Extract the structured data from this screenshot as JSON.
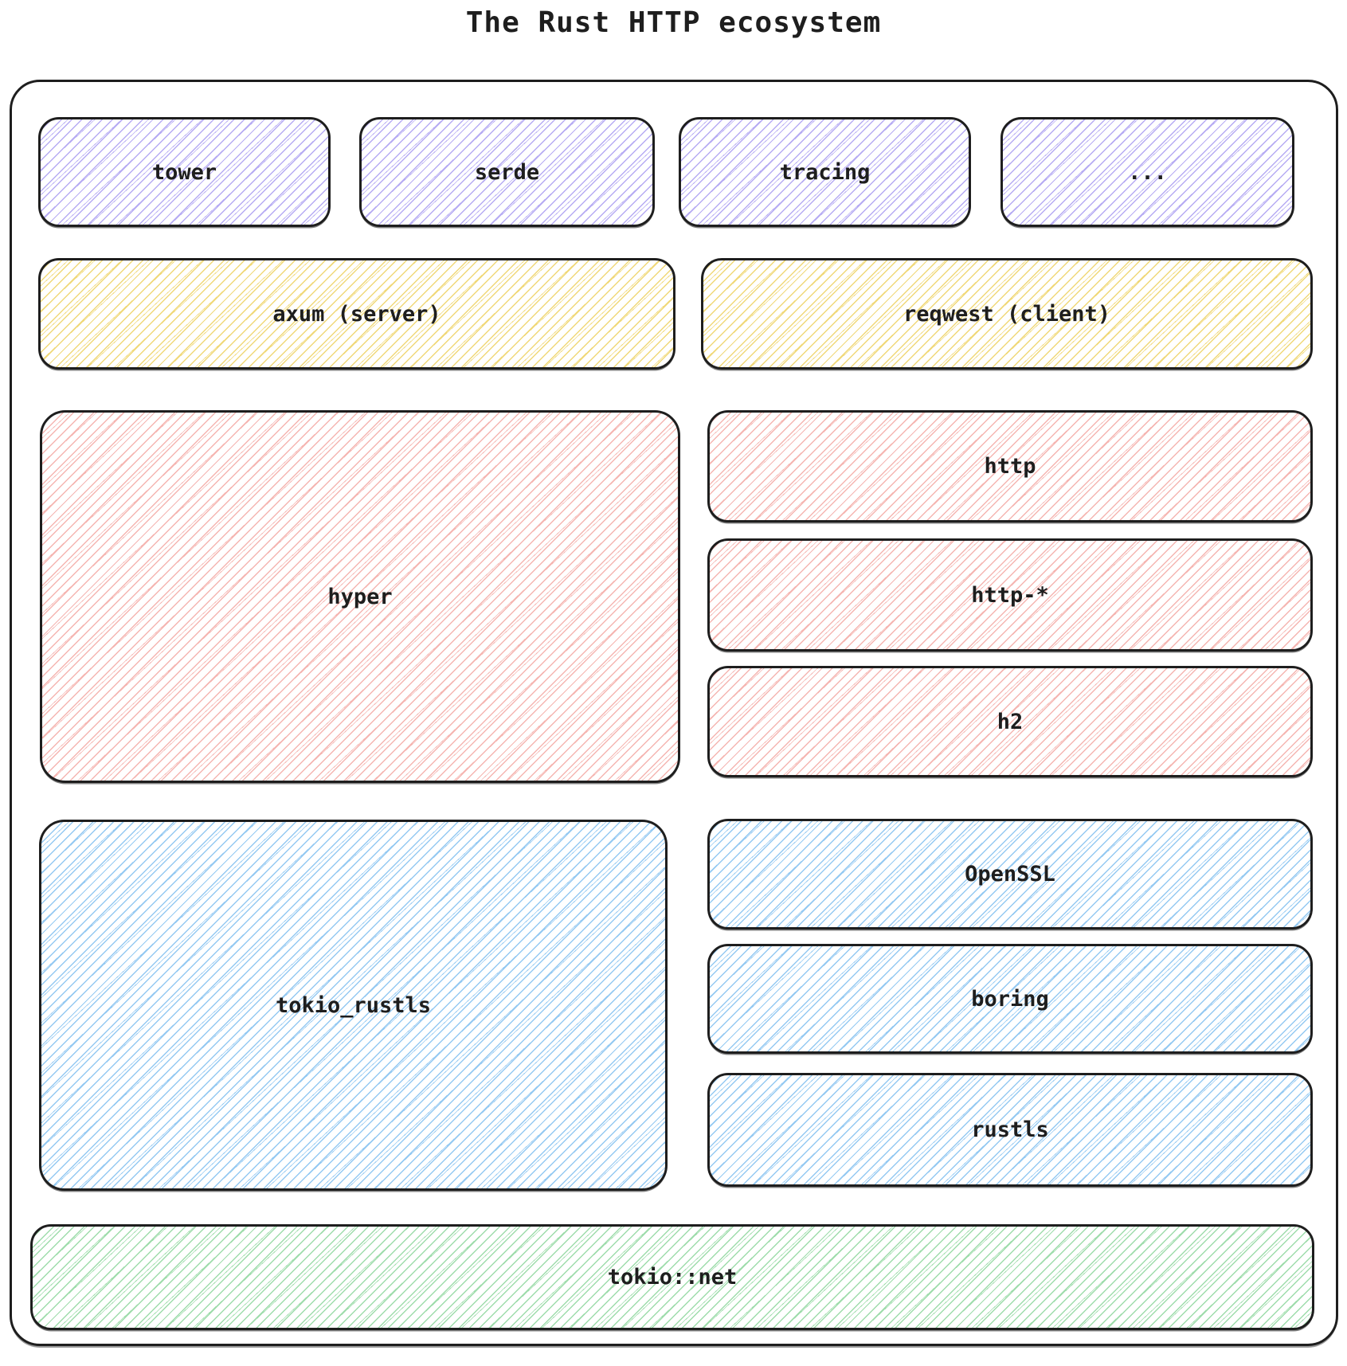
{
  "title": "The Rust HTTP ecosystem",
  "colors": {
    "stroke": "#1e1e1e",
    "violet": "#b6abf3",
    "yellow": "#f0d878",
    "red": "#f5b5b1",
    "blue": "#94c9f2",
    "green": "#9edcab"
  },
  "layers": {
    "utilities": {
      "items": [
        {
          "label": "tower"
        },
        {
          "label": "serde"
        },
        {
          "label": "tracing"
        },
        {
          "label": "..."
        }
      ]
    },
    "frameworks": {
      "items": [
        {
          "label": "axum (server)"
        },
        {
          "label": "reqwest (client)"
        }
      ]
    },
    "http": {
      "main": {
        "label": "hyper"
      },
      "side": [
        {
          "label": "http"
        },
        {
          "label": "http-*"
        },
        {
          "label": "h2"
        }
      ]
    },
    "tls": {
      "main": {
        "label": "tokio_rustls"
      },
      "side": [
        {
          "label": "OpenSSL"
        },
        {
          "label": "boring"
        },
        {
          "label": "rustls"
        }
      ]
    },
    "runtime": {
      "label": "tokio::net"
    }
  }
}
